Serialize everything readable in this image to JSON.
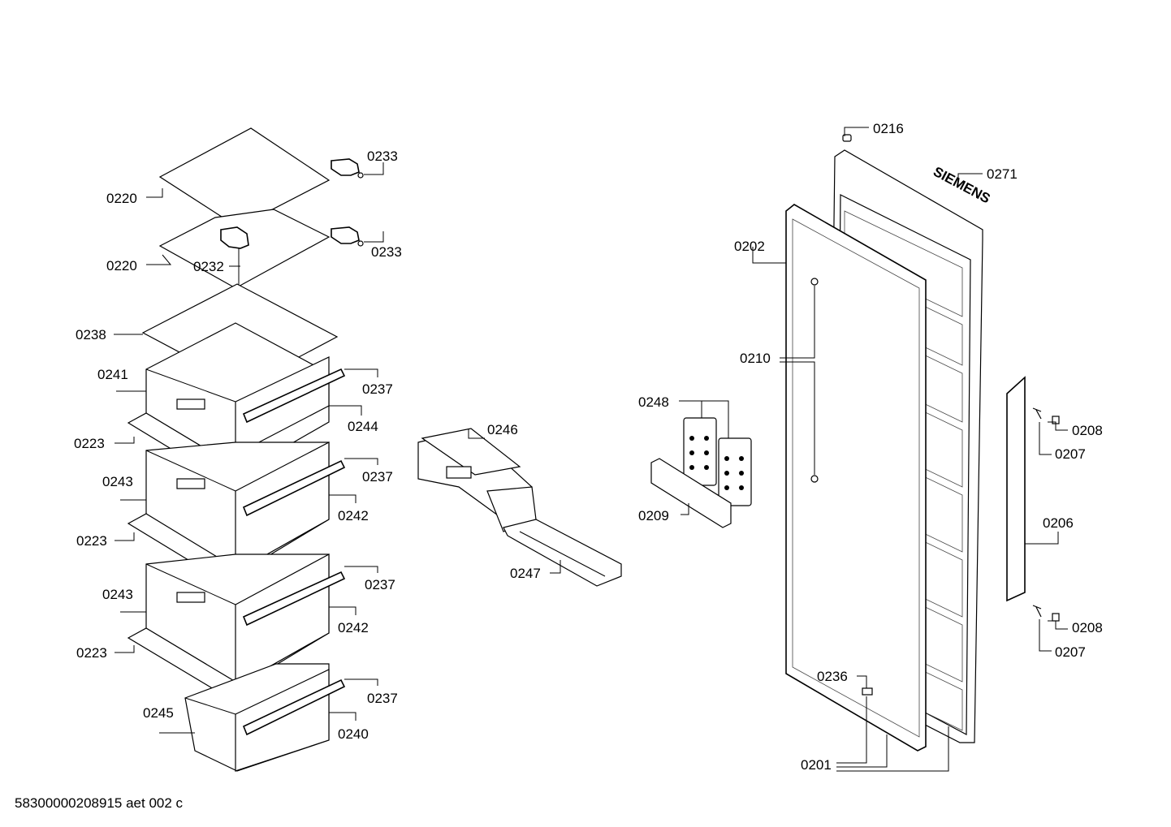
{
  "diagram": {
    "labels": [
      "0220",
      "0233",
      "0220",
      "0232",
      "0233",
      "0238",
      "0241",
      "0237",
      "0244",
      "0223",
      "0243",
      "0237",
      "0242",
      "0223",
      "0243",
      "0237",
      "0242",
      "0223",
      "0245",
      "0237",
      "0240",
      "0246",
      "0247",
      "0248",
      "0209",
      "0216",
      "0271",
      "0202",
      "0210",
      "0208",
      "0207",
      "0206",
      "0208",
      "0207",
      "0236",
      "0201"
    ],
    "brand_text": "SIEMENS",
    "footer_code": "58300000208915 aet 002 c"
  }
}
